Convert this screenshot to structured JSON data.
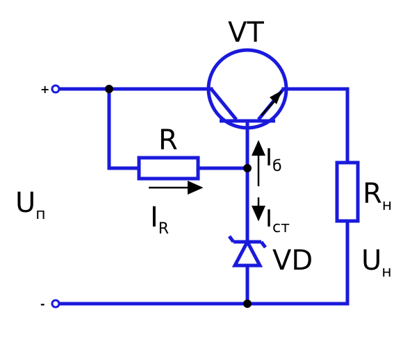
{
  "colors": {
    "wire": "#1a1adc",
    "text": "#000000"
  },
  "labels": {
    "transistor": "VT",
    "resistor": "R",
    "current_r": {
      "main": "I",
      "sub": "R"
    },
    "current_base": {
      "main": "I",
      "sub": "б"
    },
    "current_zener": {
      "main": "I",
      "sub": "ст"
    },
    "zener": "VD",
    "load": {
      "main": "R",
      "sub": "н"
    },
    "input_voltage": {
      "main": "U",
      "sub": "п"
    },
    "load_voltage": {
      "main": "U",
      "sub": "н"
    },
    "plus_terminal": "+",
    "minus_terminal": "-"
  }
}
